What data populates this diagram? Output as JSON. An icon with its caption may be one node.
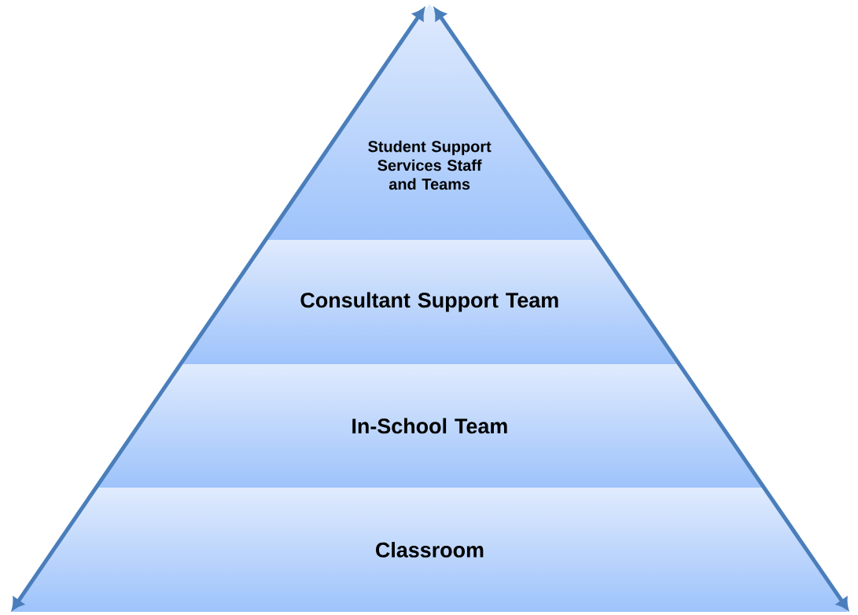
{
  "diagram": {
    "nodes": [
      {
        "text": [
          "Student Support Services Staff and Teams"
        ]
      },
      {
        "text": [
          "Consultant Support Team"
        ]
      },
      {
        "text": [
          "In-School Team"
        ]
      },
      {
        "text": [
          "Classroom"
        ]
      }
    ]
  }
}
